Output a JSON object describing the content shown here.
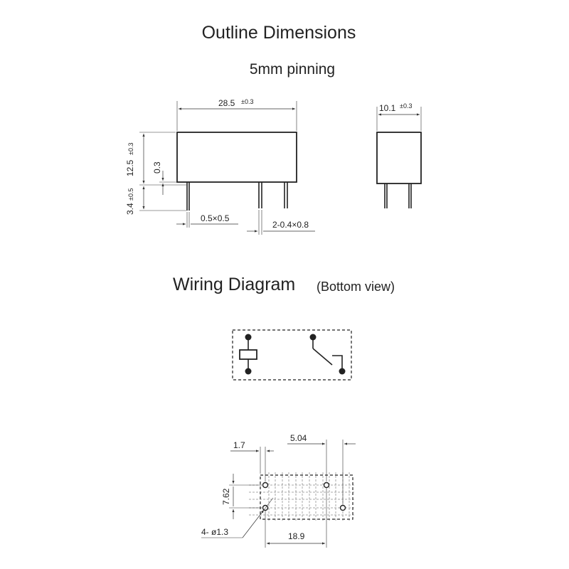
{
  "titles": {
    "outline": "Outline Dimensions",
    "pinning": "5mm pinning",
    "wiring": "Wiring Diagram",
    "wiring_note": "(Bottom view)"
  },
  "outline_front": {
    "length": "28.5",
    "length_tol": "±0.3",
    "height": "12.5",
    "height_tol": "±0.3",
    "standoff": "0.3",
    "pin_length": "3.4",
    "pin_length_tol": "±0.5",
    "pin_section": "0.5×0.5",
    "pin_section2": "2-0.4×0.8"
  },
  "outline_side": {
    "width": "10.1",
    "width_tol": "±0.3"
  },
  "pcb_layout": {
    "dim_1_7": "1.7",
    "dim_5_04": "5.04",
    "dim_7_62": "7.62",
    "dim_18_9": "18.9",
    "hole": "4- ø1.3"
  },
  "colors": {
    "line": "#222222",
    "background": "#ffffff"
  }
}
